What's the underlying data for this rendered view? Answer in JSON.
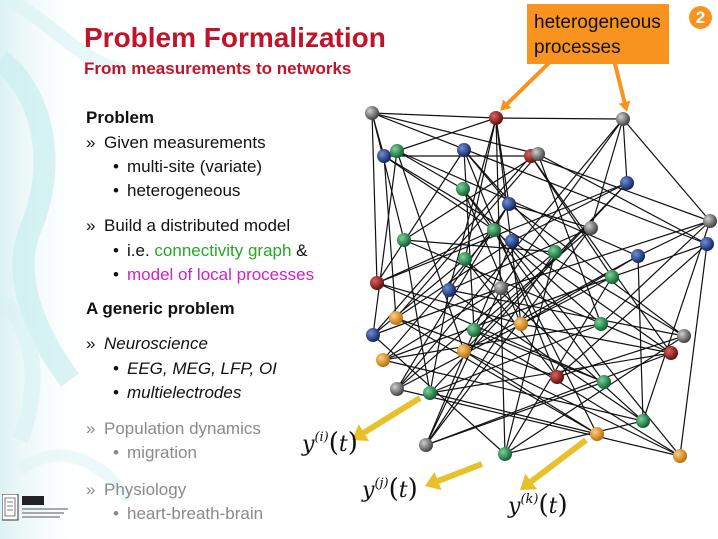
{
  "title": "Problem Formalization",
  "subtitle": "From measurements to networks",
  "callout": {
    "text_line1": "heterogeneous",
    "text_line2": "processes",
    "badge": "2",
    "color": "#f7931e"
  },
  "content": {
    "section1": {
      "header": "Problem",
      "item1": "Given measurements",
      "item1_sub": [
        "multi-site (variate)",
        "heterogeneous"
      ],
      "item2": "Build a distributed model",
      "item2_sub1_prefix": "i.e. ",
      "item2_sub1_highlight": "connectivity graph",
      "item2_sub1_suffix": " &",
      "item2_sub2": "model of local processes"
    },
    "section2": {
      "header": "A generic problem",
      "neuro": "Neuroscience",
      "neuro_sub": [
        "EEG, MEG, LFP, OI",
        "multielectrodes"
      ],
      "population": "Population dynamics",
      "population_sub": "migration",
      "physiology": "Physiology",
      "physiology_sub": "heart-breath-brain"
    },
    "bullet_marker": "»",
    "sub_marker": "•"
  },
  "signals": [
    {
      "base": "y",
      "sup": "(i)",
      "arg": "t"
    },
    {
      "base": "y",
      "sup": "(j)",
      "arg": "t"
    },
    {
      "base": "y",
      "sup": "(k)",
      "arg": "t"
    }
  ],
  "colors": {
    "title": "#c0142a",
    "green": "#27a627",
    "magenta": "#d11fc9",
    "accent": "#f7931e"
  },
  "node_colors": [
    "grey",
    "navy",
    "green",
    "darkred",
    "orange"
  ]
}
